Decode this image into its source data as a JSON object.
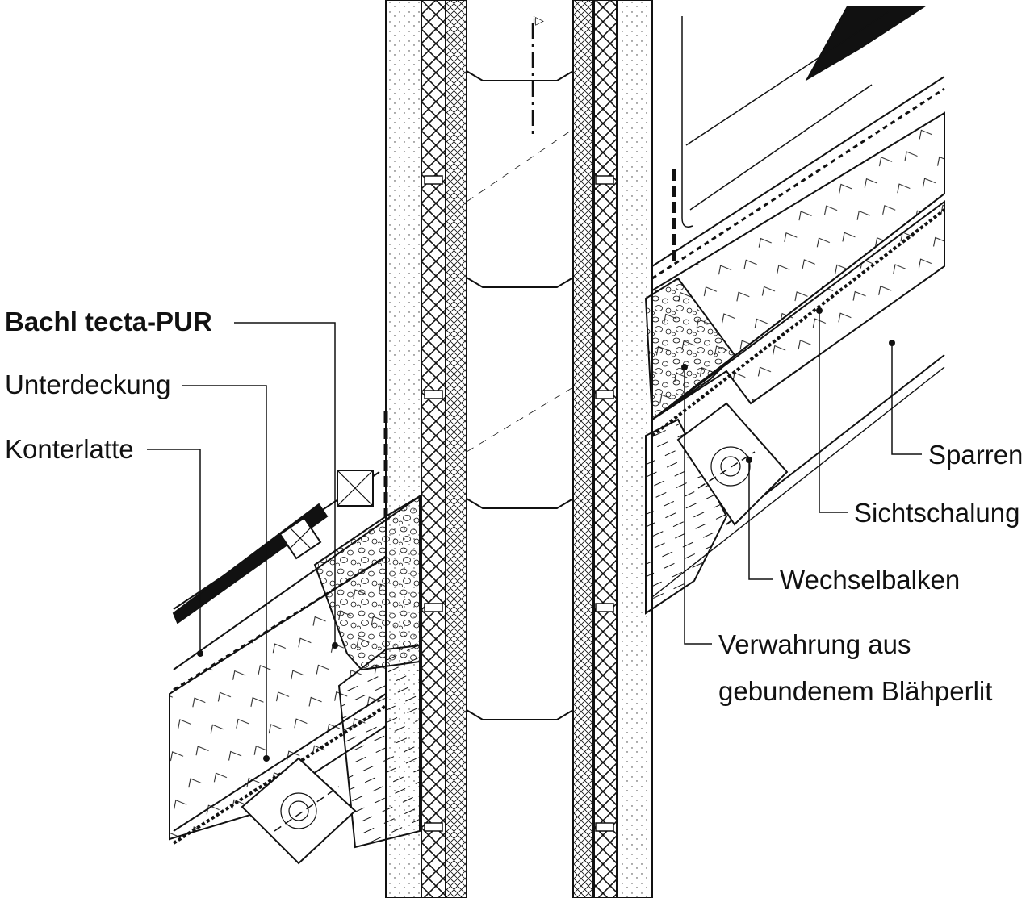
{
  "diagram": {
    "type": "technical-section-drawing",
    "colors": {
      "line": "#111111",
      "background": "#ffffff",
      "fill_dark": "#111111"
    },
    "labels": {
      "bachl_tecta_pur": "Bachl tecta-PUR",
      "unterdeckung": "Unterdeckung",
      "konterlatte": "Konterlatte",
      "sparren": "Sparren",
      "sichtschalung": "Sichtschalung",
      "wechselbalken": "Wechselbalken",
      "verwahrung_line1": "Verwahrung aus",
      "verwahrung_line2": "gebundenem Blähperlit"
    },
    "flue_marker": "i▷"
  }
}
